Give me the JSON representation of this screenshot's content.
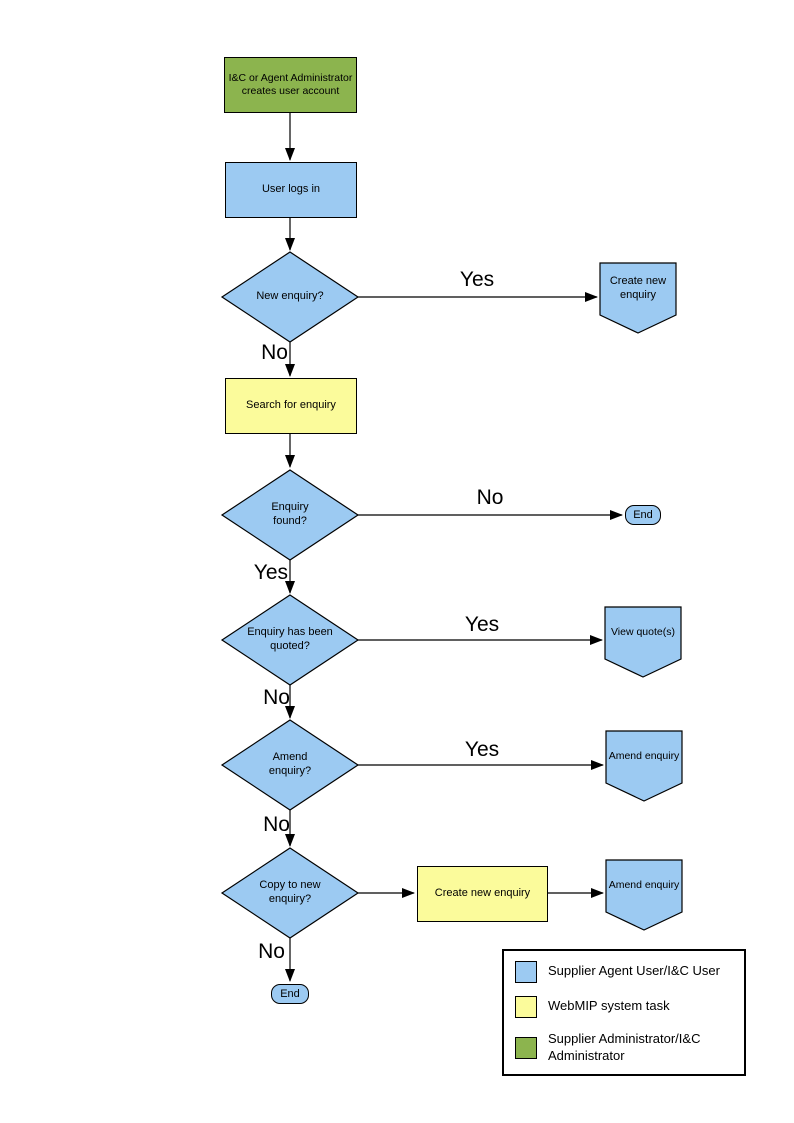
{
  "colors": {
    "actor_blue": "#9CCAF2",
    "system_yellow": "#FBFB9B",
    "admin_green": "#8CB44E",
    "shape_border": "#000000"
  },
  "nodes": {
    "create_account": "I&C or Agent Administrator creates user account",
    "user_logs_in": "User logs in",
    "new_enquiry_q": "New enquiry?",
    "create_new_enquiry_ref": "Create new enquiry",
    "search_for_enquiry": "Search for enquiry",
    "enquiry_found_q": "Enquiry found?",
    "end_top": "End",
    "enquiry_quoted_q": "Enquiry has been quoted?",
    "view_quotes_ref": "View quote(s)",
    "amend_enquiry_q": "Amend enquiry?",
    "amend_enquiry_ref": "Amend enquiry",
    "copy_to_new_q": "Copy to new enquiry?",
    "create_new_enquiry_task": "Create new enquiry",
    "amend_enquiry_ref_2": "Amend enquiry",
    "end_bottom": "End"
  },
  "edge_labels": {
    "new_enquiry_yes": "Yes",
    "new_enquiry_no": "No",
    "enquiry_found_no": "No",
    "enquiry_found_yes": "Yes",
    "quoted_yes": "Yes",
    "quoted_no": "No",
    "amend_yes": "Yes",
    "amend_no": "No",
    "copy_no": "No"
  },
  "legend": {
    "items": [
      {
        "color": "#9CCAF2",
        "label": "Supplier Agent User/I&C User"
      },
      {
        "color": "#FBFB9B",
        "label": "WebMIP system task"
      },
      {
        "color": "#8CB44E",
        "label": "Supplier Administrator/I&C Administrator"
      }
    ]
  }
}
